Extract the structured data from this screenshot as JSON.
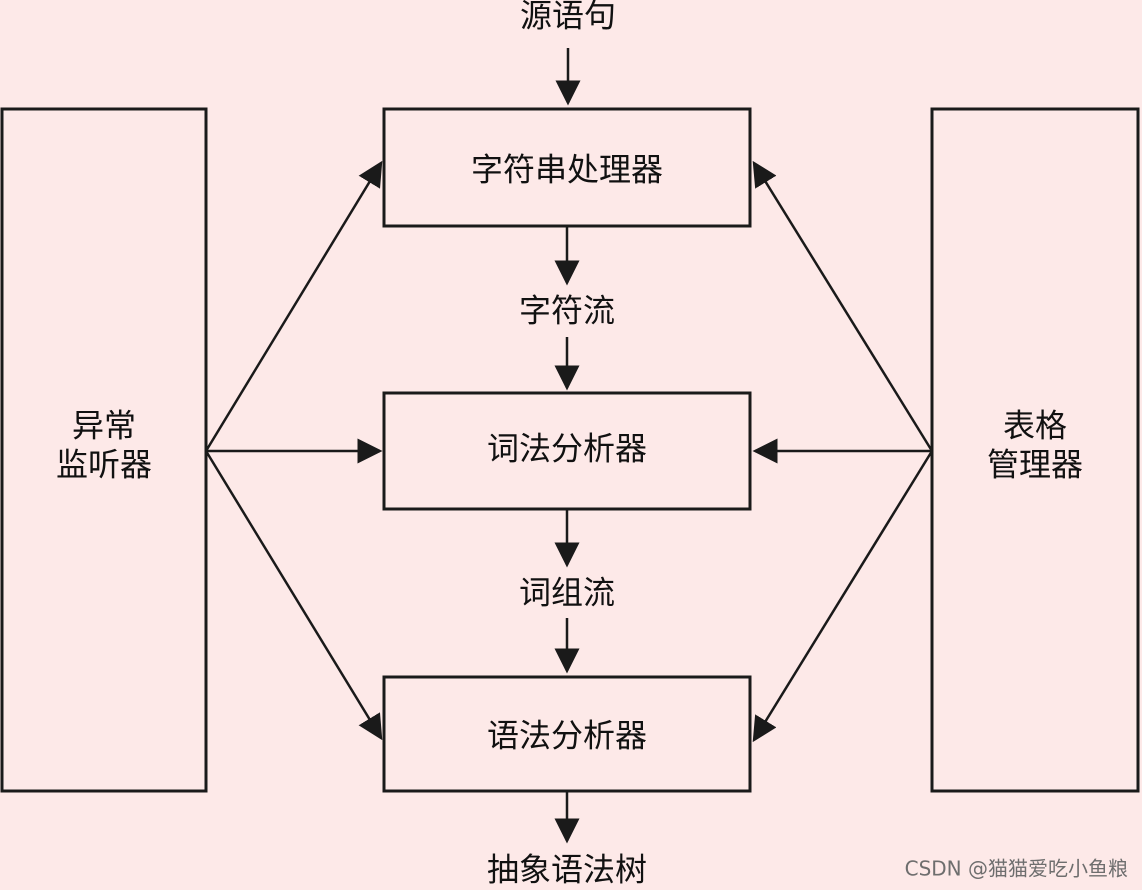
{
  "diagram": {
    "source_label": "源语句",
    "char_stream_label": "字符流",
    "token_stream_label": "词组流",
    "output_label": "抽象语法树",
    "boxes": {
      "string_processor": "字符串处理器",
      "lexer": "词法分析器",
      "parser": "语法分析器",
      "exception_listener_line1": "异常",
      "exception_listener_line2": "监听器",
      "table_manager_line1": "表格",
      "table_manager_line2": "管理器"
    },
    "watermark": "CSDN @猫猫爱吃小鱼粮",
    "colors": {
      "background": "#fde9e8",
      "line": "#1a1a1a",
      "text": "#111111",
      "watermark": "#6e6e6e"
    }
  }
}
